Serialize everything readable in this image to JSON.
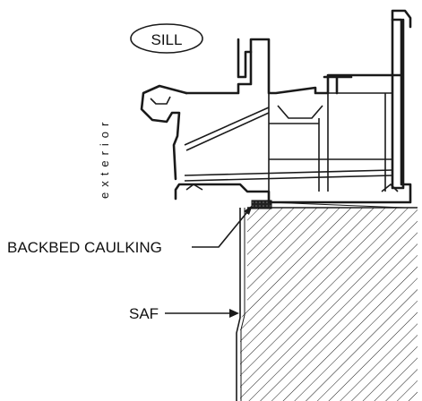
{
  "diagram": {
    "section_label": "SILL",
    "side_label": "exterior",
    "callouts": {
      "backbed": "BACKBED  CAULKING",
      "saf": "SAF"
    }
  }
}
